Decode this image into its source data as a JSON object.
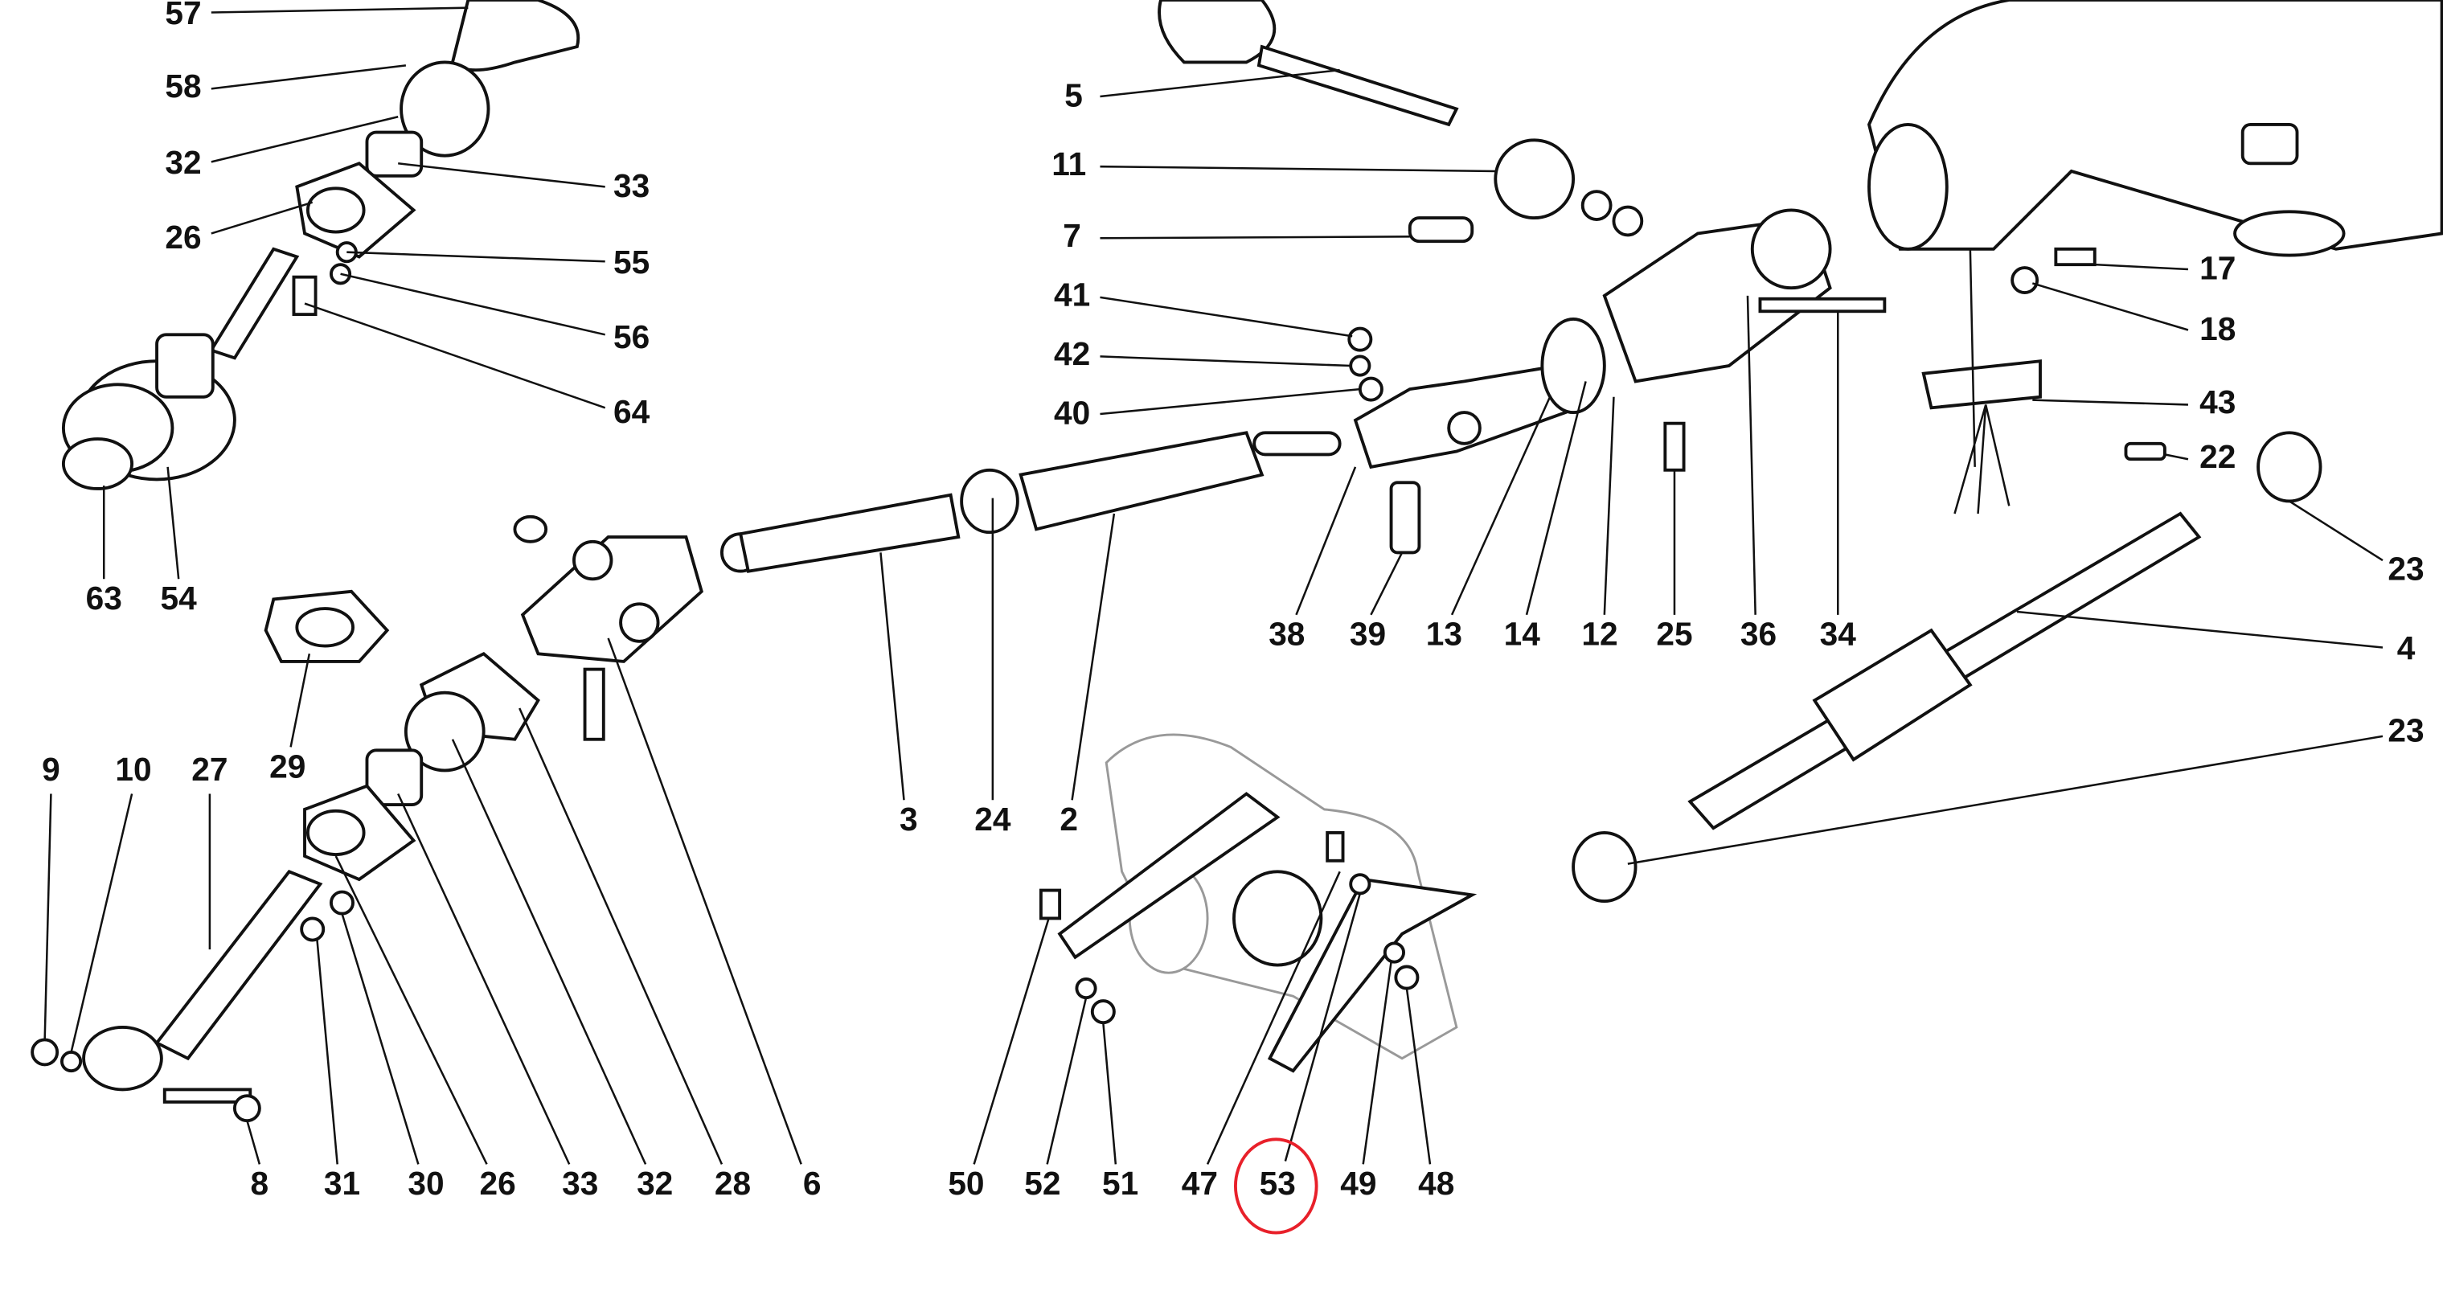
{
  "diagram": {
    "highlight_color": "#e8202a",
    "highlighted_label": "53",
    "labels": [
      "57",
      "58",
      "32",
      "26",
      "33",
      "55",
      "56",
      "64",
      "63",
      "54",
      "29",
      "9",
      "10",
      "27",
      "8",
      "31",
      "30",
      "26",
      "33",
      "32",
      "28",
      "6",
      "3",
      "24",
      "2",
      "5",
      "11",
      "7",
      "41",
      "42",
      "40",
      "38",
      "39",
      "13",
      "14",
      "12",
      "25",
      "36",
      "34",
      "17",
      "18",
      "43",
      "22",
      "23",
      "4",
      "23",
      "50",
      "52",
      "51",
      "47",
      "53",
      "49",
      "48"
    ]
  }
}
